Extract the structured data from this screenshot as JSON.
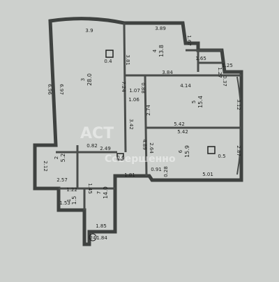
{
  "watermark": {
    "brand": "АСТ",
    "sub": "Совершенно"
  },
  "rooms": [
    {
      "id": "3",
      "area": "28.0"
    },
    {
      "id": "4",
      "area": "13.8"
    },
    {
      "id": "5",
      "area": "15.4"
    },
    {
      "id": "6",
      "area": "15.9"
    },
    {
      "id": "2",
      "area": "5.2"
    },
    {
      "id": "7",
      "area": "14.0"
    },
    {
      "id": "1",
      "area": "1.5"
    }
  ],
  "fixtures": {
    "vent_a": "0.4",
    "vent_b": "0.5",
    "vent_c": "0.6"
  },
  "dimensions": [
    "3.9",
    "3.89",
    "6.96",
    "6.97",
    "3.81",
    "1.67",
    "1.65",
    "1.27",
    "3.84",
    "1.25",
    "0.37",
    "0.88",
    "1.07",
    "4.14",
    "1.06",
    "7.24",
    "2.74",
    "3.12",
    "5.42",
    "5.42",
    "3.42",
    "0.82",
    "2.49",
    "2.64",
    "4.89",
    "2.87",
    "2.12",
    "1.81",
    "0.91",
    "0.28",
    "5.01",
    "2.57",
    "1.22",
    "1.45",
    "1.53",
    "1.85",
    "1.84"
  ],
  "marker": "24"
}
